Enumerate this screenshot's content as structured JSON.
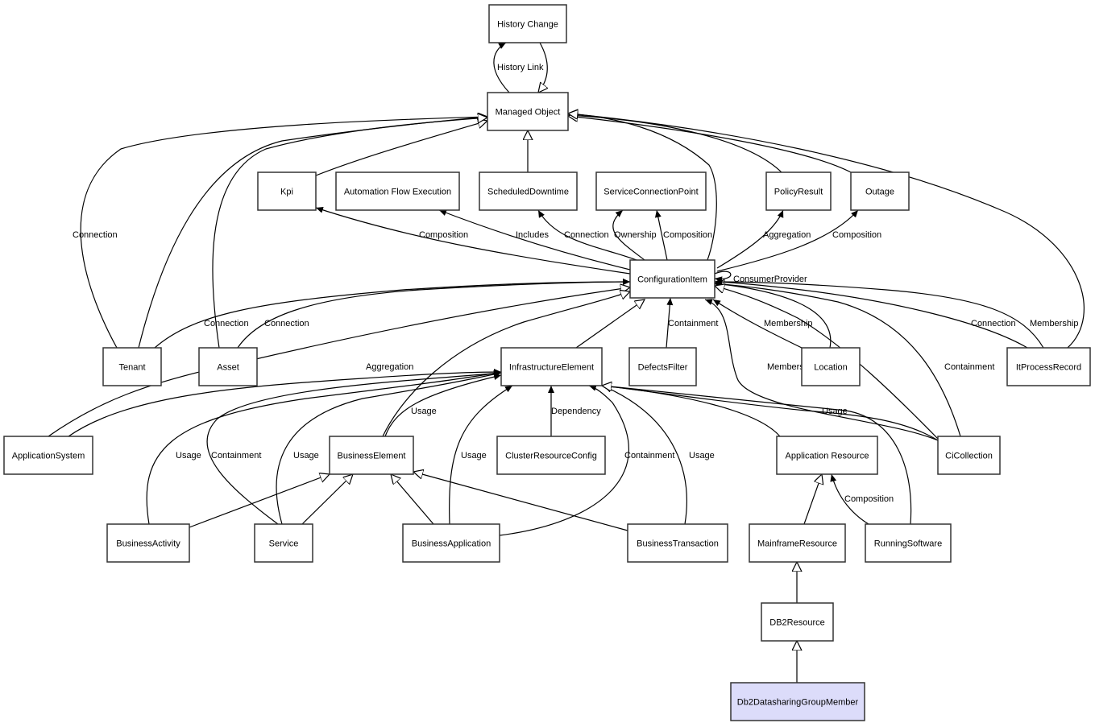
{
  "diagram": {
    "type": "class-relationship-diagram",
    "highlight_color": "#dcdcfa",
    "nodes": [
      {
        "id": "HistoryChange",
        "label": "History Change"
      },
      {
        "id": "ManagedObject",
        "label": "Managed Object"
      },
      {
        "id": "Kpi",
        "label": "Kpi"
      },
      {
        "id": "AutomationFlowExecution",
        "label": "Automation Flow Execution"
      },
      {
        "id": "ScheduledDowntime",
        "label": "ScheduledDowntime"
      },
      {
        "id": "ServiceConnectionPoint",
        "label": "ServiceConnectionPoint"
      },
      {
        "id": "PolicyResult",
        "label": "PolicyResult"
      },
      {
        "id": "Outage",
        "label": "Outage"
      },
      {
        "id": "ConfigurationItem",
        "label": "ConfigurationItem"
      },
      {
        "id": "Tenant",
        "label": "Tenant"
      },
      {
        "id": "Asset",
        "label": "Asset"
      },
      {
        "id": "InfrastructureElement",
        "label": "InfrastructureElement"
      },
      {
        "id": "DefectsFilter",
        "label": "DefectsFilter"
      },
      {
        "id": "Location",
        "label": "Location"
      },
      {
        "id": "ItProcessRecord",
        "label": "ItProcessRecord"
      },
      {
        "id": "ApplicationSystem",
        "label": "ApplicationSystem"
      },
      {
        "id": "BusinessElement",
        "label": "BusinessElement"
      },
      {
        "id": "ClusterResourceConfig",
        "label": "ClusterResourceConfig"
      },
      {
        "id": "ApplicationResource",
        "label": "Application Resource"
      },
      {
        "id": "CiCollection",
        "label": "CiCollection"
      },
      {
        "id": "BusinessActivity",
        "label": "BusinessActivity"
      },
      {
        "id": "Service",
        "label": "Service"
      },
      {
        "id": "BusinessApplication",
        "label": "BusinessApplication"
      },
      {
        "id": "BusinessTransaction",
        "label": "BusinessTransaction"
      },
      {
        "id": "MainframeResource",
        "label": "MainframeResource"
      },
      {
        "id": "RunningSoftware",
        "label": "RunningSoftware"
      },
      {
        "id": "DB2Resource",
        "label": "DB2Resource"
      },
      {
        "id": "Db2DatasharingGroupMember",
        "label": "Db2DatasharingGroupMember",
        "highlighted": true
      }
    ],
    "edges": [
      {
        "from": "ManagedObject",
        "to": "HistoryChange",
        "kind": "association",
        "label": "History Link"
      },
      {
        "from": "HistoryChange",
        "to": "ManagedObject",
        "kind": "inheritance",
        "label": ""
      },
      {
        "from": "ScheduledDowntime",
        "to": "ManagedObject",
        "kind": "inheritance",
        "label": ""
      },
      {
        "from": "Kpi",
        "to": "ManagedObject",
        "kind": "inheritance",
        "label": ""
      },
      {
        "from": "Tenant",
        "to": "ManagedObject",
        "kind": "association",
        "label": "Connection"
      },
      {
        "from": "Tenant",
        "to": "ManagedObject",
        "kind": "inheritance",
        "label": ""
      },
      {
        "from": "Asset",
        "to": "ManagedObject",
        "kind": "inheritance",
        "label": ""
      },
      {
        "from": "ConfigurationItem",
        "to": "ManagedObject",
        "kind": "inheritance",
        "label": ""
      },
      {
        "from": "PolicyResult",
        "to": "ManagedObject",
        "kind": "inheritance",
        "label": ""
      },
      {
        "from": "Outage",
        "to": "ManagedObject",
        "kind": "inheritance",
        "label": ""
      },
      {
        "from": "ItProcessRecord",
        "to": "ManagedObject",
        "kind": "inheritance",
        "label": ""
      },
      {
        "from": "ConfigurationItem",
        "to": "Kpi",
        "kind": "association",
        "label": "Composition"
      },
      {
        "from": "ConfigurationItem",
        "to": "AutomationFlowExecution",
        "kind": "association",
        "label": "Includes"
      },
      {
        "from": "ConfigurationItem",
        "to": "ScheduledDowntime",
        "kind": "association",
        "label": "Connection"
      },
      {
        "from": "ConfigurationItem",
        "to": "ServiceConnectionPoint",
        "kind": "association",
        "label": "Ownership"
      },
      {
        "from": "ConfigurationItem",
        "to": "ServiceConnectionPoint",
        "kind": "association",
        "label": "Composition"
      },
      {
        "from": "ConfigurationItem",
        "to": "PolicyResult",
        "kind": "association",
        "label": "Aggregation"
      },
      {
        "from": "ConfigurationItem",
        "to": "Outage",
        "kind": "association",
        "label": "Composition"
      },
      {
        "from": "ConfigurationItem",
        "to": "ConfigurationItem",
        "kind": "association",
        "label": "ConsumerProvider"
      },
      {
        "from": "Tenant",
        "to": "ConfigurationItem",
        "kind": "association",
        "label": "Connection"
      },
      {
        "from": "Asset",
        "to": "ConfigurationItem",
        "kind": "association",
        "label": "Connection"
      },
      {
        "from": "ApplicationSystem",
        "to": "ConfigurationItem",
        "kind": "inheritance",
        "label": ""
      },
      {
        "from": "BusinessElement",
        "to": "ConfigurationItem",
        "kind": "inheritance",
        "label": ""
      },
      {
        "from": "InfrastructureElement",
        "to": "ConfigurationItem",
        "kind": "inheritance",
        "label": ""
      },
      {
        "from": "DefectsFilter",
        "to": "ConfigurationItem",
        "kind": "association",
        "label": "Containment"
      },
      {
        "from": "Location",
        "to": "ConfigurationItem",
        "kind": "association",
        "label": "Membership"
      },
      {
        "from": "Location",
        "to": "ConfigurationItem",
        "kind": "inheritance",
        "label": ""
      },
      {
        "from": "CiCollection",
        "to": "ConfigurationItem",
        "kind": "association",
        "label": "Membership"
      },
      {
        "from": "CiCollection",
        "to": "ConfigurationItem",
        "kind": "association",
        "label": "Containment"
      },
      {
        "from": "CiCollection",
        "to": "ConfigurationItem",
        "kind": "inheritance",
        "label": ""
      },
      {
        "from": "ItProcessRecord",
        "to": "ConfigurationItem",
        "kind": "association",
        "label": "Connection"
      },
      {
        "from": "ItProcessRecord",
        "to": "ConfigurationItem",
        "kind": "association",
        "label": "Membership"
      },
      {
        "from": "ApplicationSystem",
        "to": "InfrastructureElement",
        "kind": "association",
        "label": "Aggregation"
      },
      {
        "from": "BusinessActivity",
        "to": "InfrastructureElement",
        "kind": "association",
        "label": "Usage"
      },
      {
        "from": "Service",
        "to": "InfrastructureElement",
        "kind": "association",
        "label": "Containment"
      },
      {
        "from": "Service",
        "to": "InfrastructureElement",
        "kind": "association",
        "label": "Usage"
      },
      {
        "from": "BusinessElement",
        "to": "InfrastructureElement",
        "kind": "association",
        "label": "Usage"
      },
      {
        "from": "BusinessApplication",
        "to": "InfrastructureElement",
        "kind": "association",
        "label": "Usage"
      },
      {
        "from": "ClusterResourceConfig",
        "to": "InfrastructureElement",
        "kind": "association",
        "label": "Dependency"
      },
      {
        "from": "BusinessApplication",
        "to": "InfrastructureElement",
        "kind": "association",
        "label": "Containment"
      },
      {
        "from": "BusinessTransaction",
        "to": "InfrastructureElement",
        "kind": "association",
        "label": "Usage"
      },
      {
        "from": "ApplicationResource",
        "to": "InfrastructureElement",
        "kind": "inheritance",
        "label": ""
      },
      {
        "from": "CiCollection",
        "to": "InfrastructureElement",
        "kind": "association",
        "label": "Usage"
      },
      {
        "from": "RunningSoftware",
        "to": "InfrastructureElement",
        "kind": "inheritance",
        "label": ""
      },
      {
        "from": "BusinessActivity",
        "to": "BusinessElement",
        "kind": "inheritance",
        "label": ""
      },
      {
        "from": "Service",
        "to": "BusinessElement",
        "kind": "inheritance",
        "label": ""
      },
      {
        "from": "BusinessApplication",
        "to": "BusinessElement",
        "kind": "inheritance",
        "label": ""
      },
      {
        "from": "BusinessTransaction",
        "to": "BusinessElement",
        "kind": "inheritance",
        "label": ""
      },
      {
        "from": "MainframeResource",
        "to": "ApplicationResource",
        "kind": "inheritance",
        "label": ""
      },
      {
        "from": "RunningSoftware",
        "to": "ApplicationResource",
        "kind": "association",
        "label": "Composition"
      },
      {
        "from": "DB2Resource",
        "to": "MainframeResource",
        "kind": "inheritance",
        "label": ""
      },
      {
        "from": "Db2DatasharingGroupMember",
        "to": "DB2Resource",
        "kind": "inheritance",
        "label": ""
      }
    ]
  }
}
